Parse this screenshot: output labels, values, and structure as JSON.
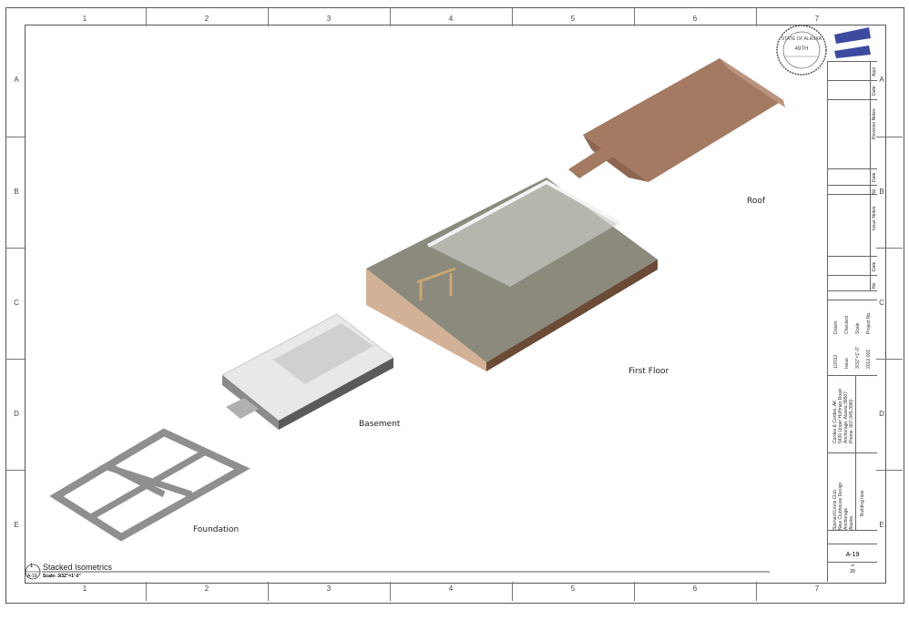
{
  "sheet": {
    "columns": [
      "1",
      "2",
      "3",
      "4",
      "5",
      "6",
      "7"
    ],
    "rows": [
      "A",
      "B",
      "C",
      "D",
      "E"
    ]
  },
  "views": {
    "roof": "Roof",
    "first_floor": "First Floor",
    "basement": "Basement",
    "foundation": "Foundation"
  },
  "view_title": {
    "number": "1",
    "sheet_ref": "A-19",
    "title": "Stacked Isometrics",
    "scale": "Scale: 3/32\"=1'-0\""
  },
  "stamp": {
    "text": "STATE OF ALASKA",
    "number": "49TH"
  },
  "title_block": {
    "revision_headers": [
      "Appr",
      "Date",
      "Revision Notes",
      "Date",
      "No",
      "Issue Notes",
      "Date",
      "No"
    ],
    "info_rows": [
      {
        "label": "Drawn",
        "value": "1/2012"
      },
      {
        "label": "Checked",
        "value": "Issue"
      },
      {
        "label": "Scale",
        "value": "3/32\"=1'-0\""
      },
      {
        "label": "Project No.",
        "value": "2012-001"
      }
    ],
    "firm": [
      "Cordes & Cordes, AK",
      "5430 Upper Huffman Road",
      "Anchorage, Alaska 99507",
      "Phone: 907-345-3980"
    ],
    "project": [
      "Spenard Lions Club",
      "New Clubhouse Design",
      "Anchorage",
      "Alaska"
    ],
    "sheet_title": "Building Isos",
    "sheet_number": "A-19",
    "of": "of",
    "total_sheets": "20"
  }
}
